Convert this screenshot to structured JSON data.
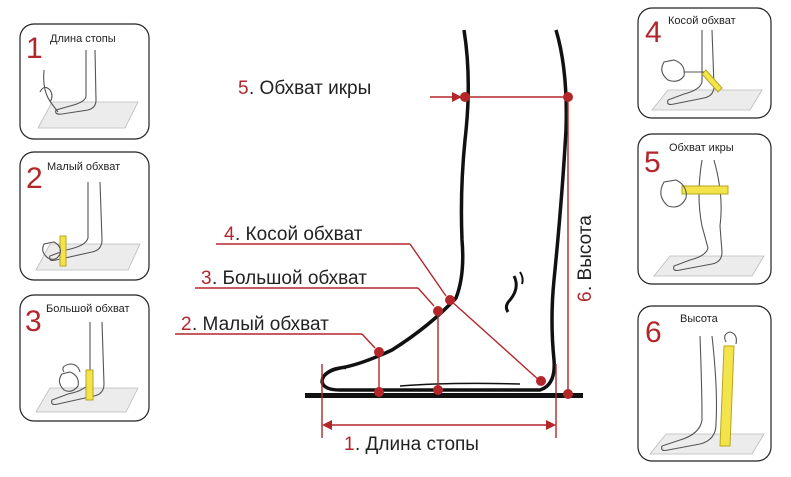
{
  "cards": [
    {
      "num": "1",
      "label": "Длина стопы"
    },
    {
      "num": "2",
      "label": "Малый обхват"
    },
    {
      "num": "3",
      "label": "Большой обхват"
    },
    {
      "num": "4",
      "label": "Косой обхват"
    },
    {
      "num": "5",
      "label": "Обхват икры"
    },
    {
      "num": "6",
      "label": "Высота"
    }
  ],
  "measures": [
    {
      "num": "1",
      "label": ". Длина стопы"
    },
    {
      "num": "2",
      "label": ". Малый обхват"
    },
    {
      "num": "3",
      "label": ". Большой обхват"
    },
    {
      "num": "4",
      "label": ". Косой обхват"
    },
    {
      "num": "5",
      "label": ". Обхват икры"
    },
    {
      "num": "6",
      "label": ". Высота"
    }
  ],
  "colors": {
    "accent": "#b3262a",
    "tape": "#f2e44a",
    "outline": "#222222"
  }
}
